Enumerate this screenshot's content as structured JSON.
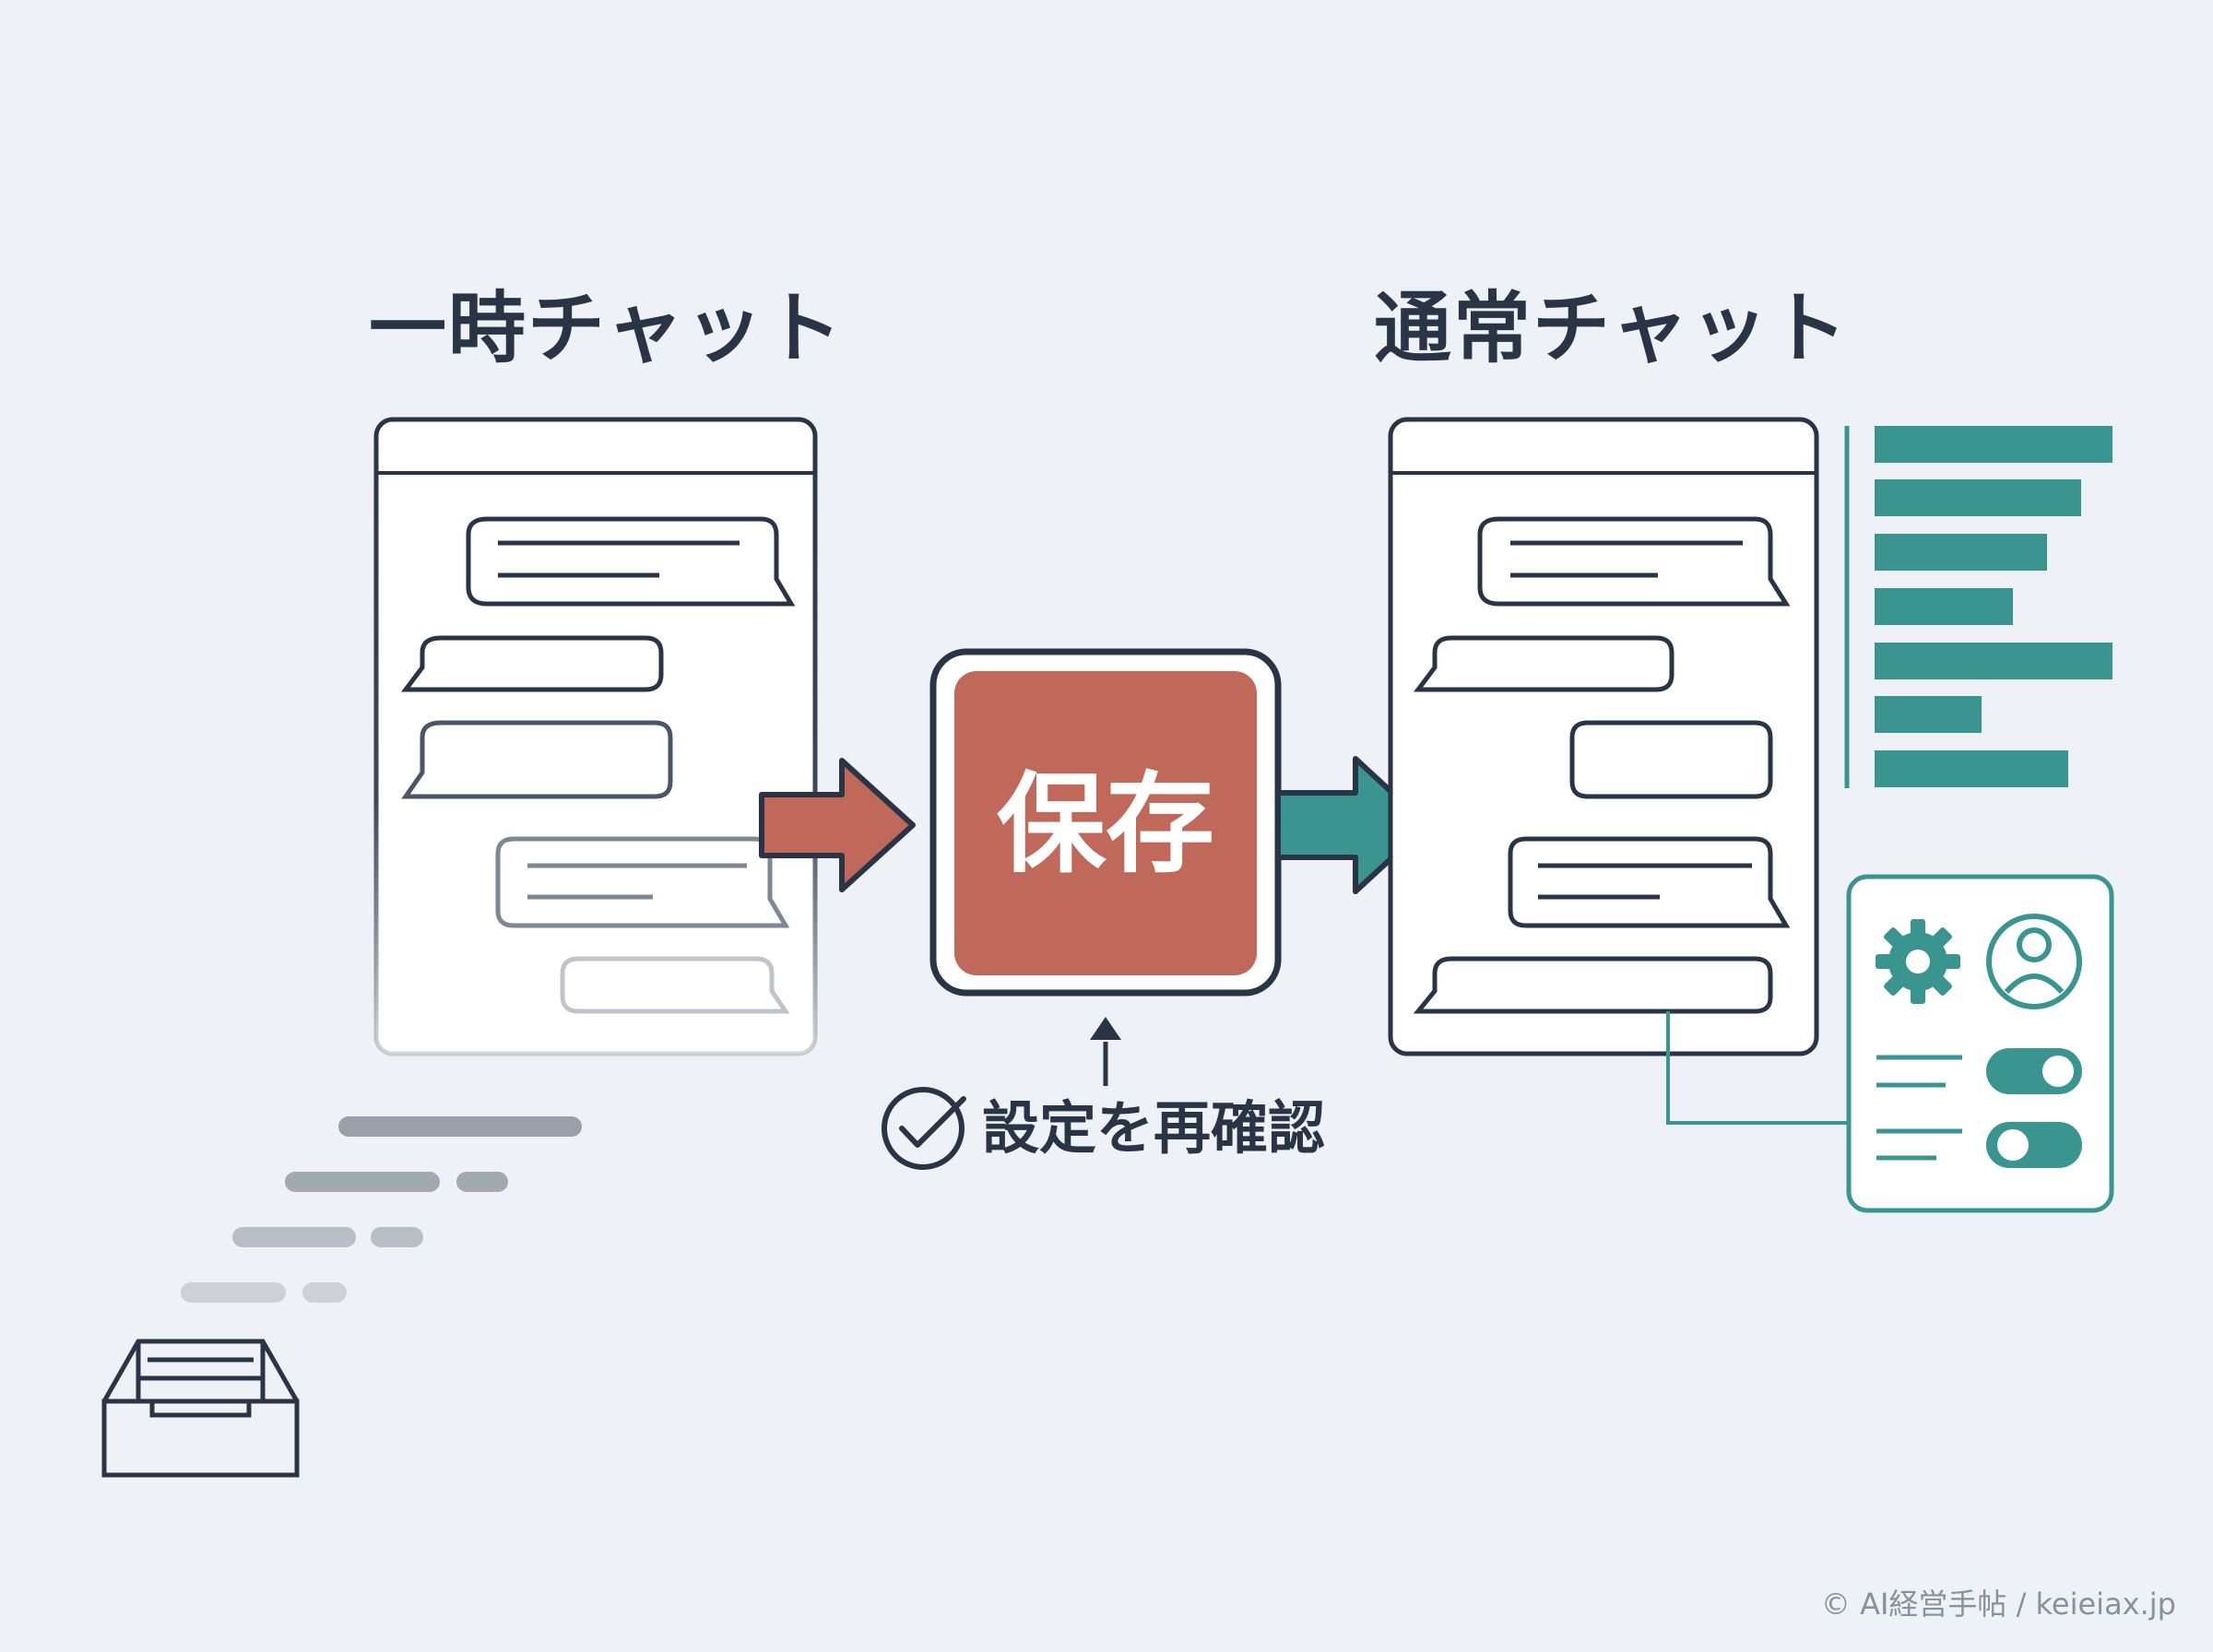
{
  "left_panel": {
    "title": "一時チャット"
  },
  "right_panel": {
    "title": "通常チャット"
  },
  "center": {
    "save_label": "保存",
    "reconfirm_label": "設定を再確認"
  },
  "footer": {
    "credit": "© AI経営手帖 / keieiax.jp"
  },
  "colors": {
    "dark": "#2a3447",
    "save": "#c0695a",
    "teal": "#3a9590",
    "background": "#eef1f5"
  },
  "icons": [
    "inbox-tray-icon",
    "check-circle-icon",
    "gear-icon",
    "user-icon",
    "toggle-icon"
  ]
}
